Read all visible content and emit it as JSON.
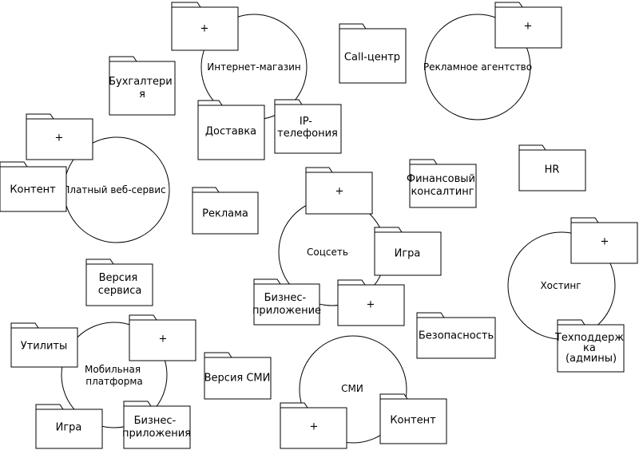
{
  "clusters": {
    "internet_shop": {
      "title": "Интернет-магазин",
      "plus": "+",
      "delivery": "Доставка",
      "ip_line1": "IP-",
      "ip_line2": "телефония"
    },
    "ad_agency": {
      "title": "Рекламное агентство",
      "plus": "+"
    },
    "paid_web": {
      "title": "Платный веб-сервис",
      "plus": "+",
      "content": "Контент"
    },
    "social": {
      "title": "Соцсеть",
      "plus": "+",
      "plus2": "+",
      "game": "Игра",
      "biz_line1": "Бизнес-",
      "biz_line2": "приложение"
    },
    "hosting": {
      "title": "Хостинг",
      "plus": "+",
      "support_line1": "Техподдерж",
      "support_line2": "ка",
      "support_line3": "(админы)"
    },
    "mobile": {
      "title_line1": "Мобильная",
      "title_line2": "платформа",
      "plus": "+",
      "utilities": "Утилиты",
      "game": "Игра",
      "biz_line1": "Бизнес-",
      "biz_line2": "приложения"
    },
    "media": {
      "title": "СМИ",
      "plus": "+",
      "content": "Контент"
    }
  },
  "standalone": {
    "accounting_line1": "Бухгалтери",
    "accounting_line2": "я",
    "call_center": "Call-центр",
    "finance_line1": "Финансовый",
    "finance_line2": "консалтинг",
    "hr": "HR",
    "ads": "Реклама",
    "service_version_line1": "Версия",
    "service_version_line2": "сервиса",
    "media_version": "Версия СМИ",
    "security": "Безопасность"
  }
}
